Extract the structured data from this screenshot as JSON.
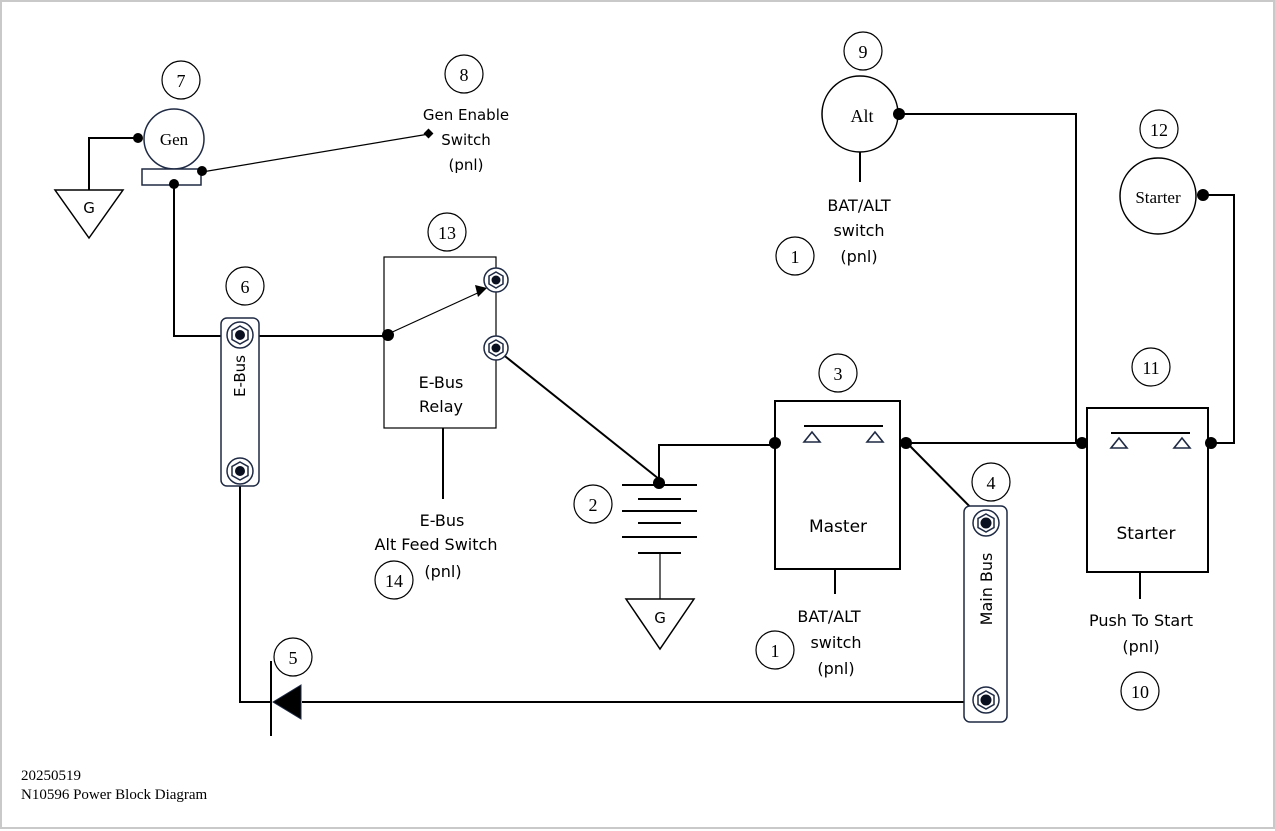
{
  "diagram": {
    "title": "N10596 Power Block Diagram",
    "date": "20250519",
    "components": {
      "bat_alt_switch": {
        "ref": "1",
        "label_lines": [
          "BAT/ALT",
          "switch",
          "(pnl)"
        ]
      },
      "battery": {
        "ref": "2",
        "ground_label": "G"
      },
      "master": {
        "ref": "3",
        "label": "Master"
      },
      "main_bus": {
        "ref": "4",
        "label": "Main Bus"
      },
      "diode": {
        "ref": "5"
      },
      "e_bus": {
        "ref": "6",
        "label": "E-Bus"
      },
      "generator": {
        "ref": "7",
        "label": "Gen",
        "ground_label": "G"
      },
      "gen_enable_switch": {
        "ref": "8",
        "label_lines": [
          "Gen Enable",
          "Switch",
          "(pnl)"
        ]
      },
      "alternator": {
        "ref": "9",
        "label": "Alt"
      },
      "push_to_start": {
        "ref": "10",
        "label_lines": [
          "Push To Start",
          "(pnl)"
        ]
      },
      "starter_relay": {
        "ref": "11",
        "label": "Starter"
      },
      "starter_motor": {
        "ref": "12",
        "label": "Starter"
      },
      "e_bus_relay": {
        "ref": "13",
        "label_lines": [
          "E-Bus",
          "Relay"
        ]
      },
      "e_bus_alt_feed_switch": {
        "ref": "14",
        "label_lines": [
          "E-Bus",
          "Alt Feed Switch",
          "(pnl)"
        ]
      }
    }
  }
}
